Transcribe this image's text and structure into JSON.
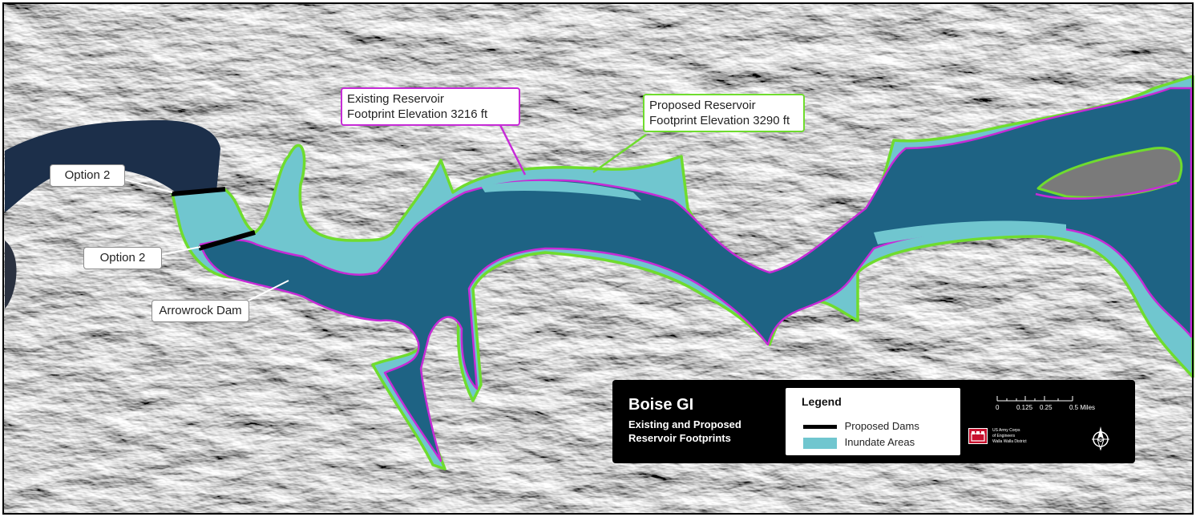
{
  "callouts": {
    "existing_reservoir": {
      "line1": "Existing Reservoir",
      "line2": "Footprint Elevation 3216 ft"
    },
    "proposed_reservoir": {
      "line1": "Proposed Reservoir",
      "line2": "Footprint Elevation 3290 ft"
    },
    "option_2_upper": "Option 2",
    "option_2_lower": "Option 2",
    "arrowrock_dam": "Arrowrock Dam"
  },
  "title_panel": {
    "title": "Boise GI",
    "subtitle_line1": "Existing and Proposed",
    "subtitle_line2": "Reservoir Footprints"
  },
  "legend": {
    "title": "Legend",
    "items": [
      {
        "label": "Proposed Dams",
        "color": "#000000"
      },
      {
        "label": "Inundate Areas",
        "color": "#70c6cf"
      }
    ]
  },
  "scale_bar": {
    "ticks": [
      "0",
      "0.125",
      "0.25",
      "0.5 Miles"
    ]
  },
  "agency": {
    "line1": "US Army Corps",
    "line2": "of Engineers",
    "line3": "Walla Walla District"
  },
  "colors": {
    "existing_outline": "#c62bd6",
    "proposed_outline": "#6fdc2e",
    "water": "#1f5f80",
    "inundate": "#70c6cf",
    "terrain_light": "#d9d9d9",
    "terrain_dark": "#3a3a3a"
  },
  "icons": {
    "north_arrow": "north-arrow-icon",
    "agency_logo": "castle-logo-icon"
  }
}
